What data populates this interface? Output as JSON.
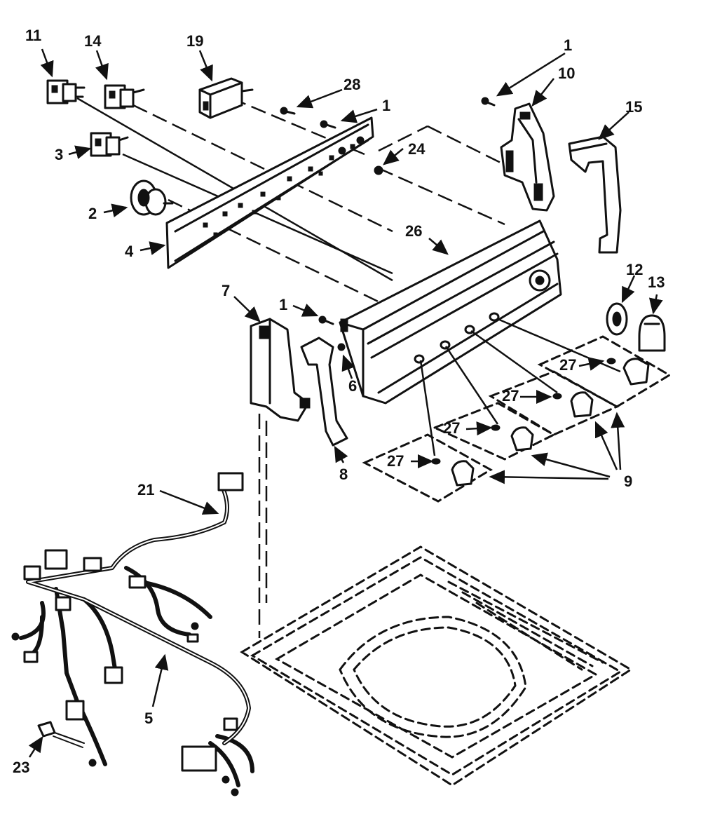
{
  "diagram": {
    "callouts": [
      {
        "id": "11",
        "text": "11"
      },
      {
        "id": "14",
        "text": "14"
      },
      {
        "id": "19",
        "text": "19"
      },
      {
        "id": "28",
        "text": "28"
      },
      {
        "id": "1a",
        "text": "1"
      },
      {
        "id": "1b",
        "text": "1"
      },
      {
        "id": "10",
        "text": "10"
      },
      {
        "id": "15",
        "text": "15"
      },
      {
        "id": "3",
        "text": "3"
      },
      {
        "id": "24",
        "text": "24"
      },
      {
        "id": "2",
        "text": "2"
      },
      {
        "id": "26",
        "text": "26"
      },
      {
        "id": "4",
        "text": "4"
      },
      {
        "id": "7",
        "text": "7"
      },
      {
        "id": "1c",
        "text": "1"
      },
      {
        "id": "12",
        "text": "12"
      },
      {
        "id": "13",
        "text": "13"
      },
      {
        "id": "6",
        "text": "6"
      },
      {
        "id": "27a",
        "text": "27"
      },
      {
        "id": "27b",
        "text": "27"
      },
      {
        "id": "27c",
        "text": "27"
      },
      {
        "id": "27d",
        "text": "27"
      },
      {
        "id": "8",
        "text": "8"
      },
      {
        "id": "9",
        "text": "9"
      },
      {
        "id": "21",
        "text": "21"
      },
      {
        "id": "5",
        "text": "5"
      },
      {
        "id": "23",
        "text": "23"
      }
    ]
  }
}
